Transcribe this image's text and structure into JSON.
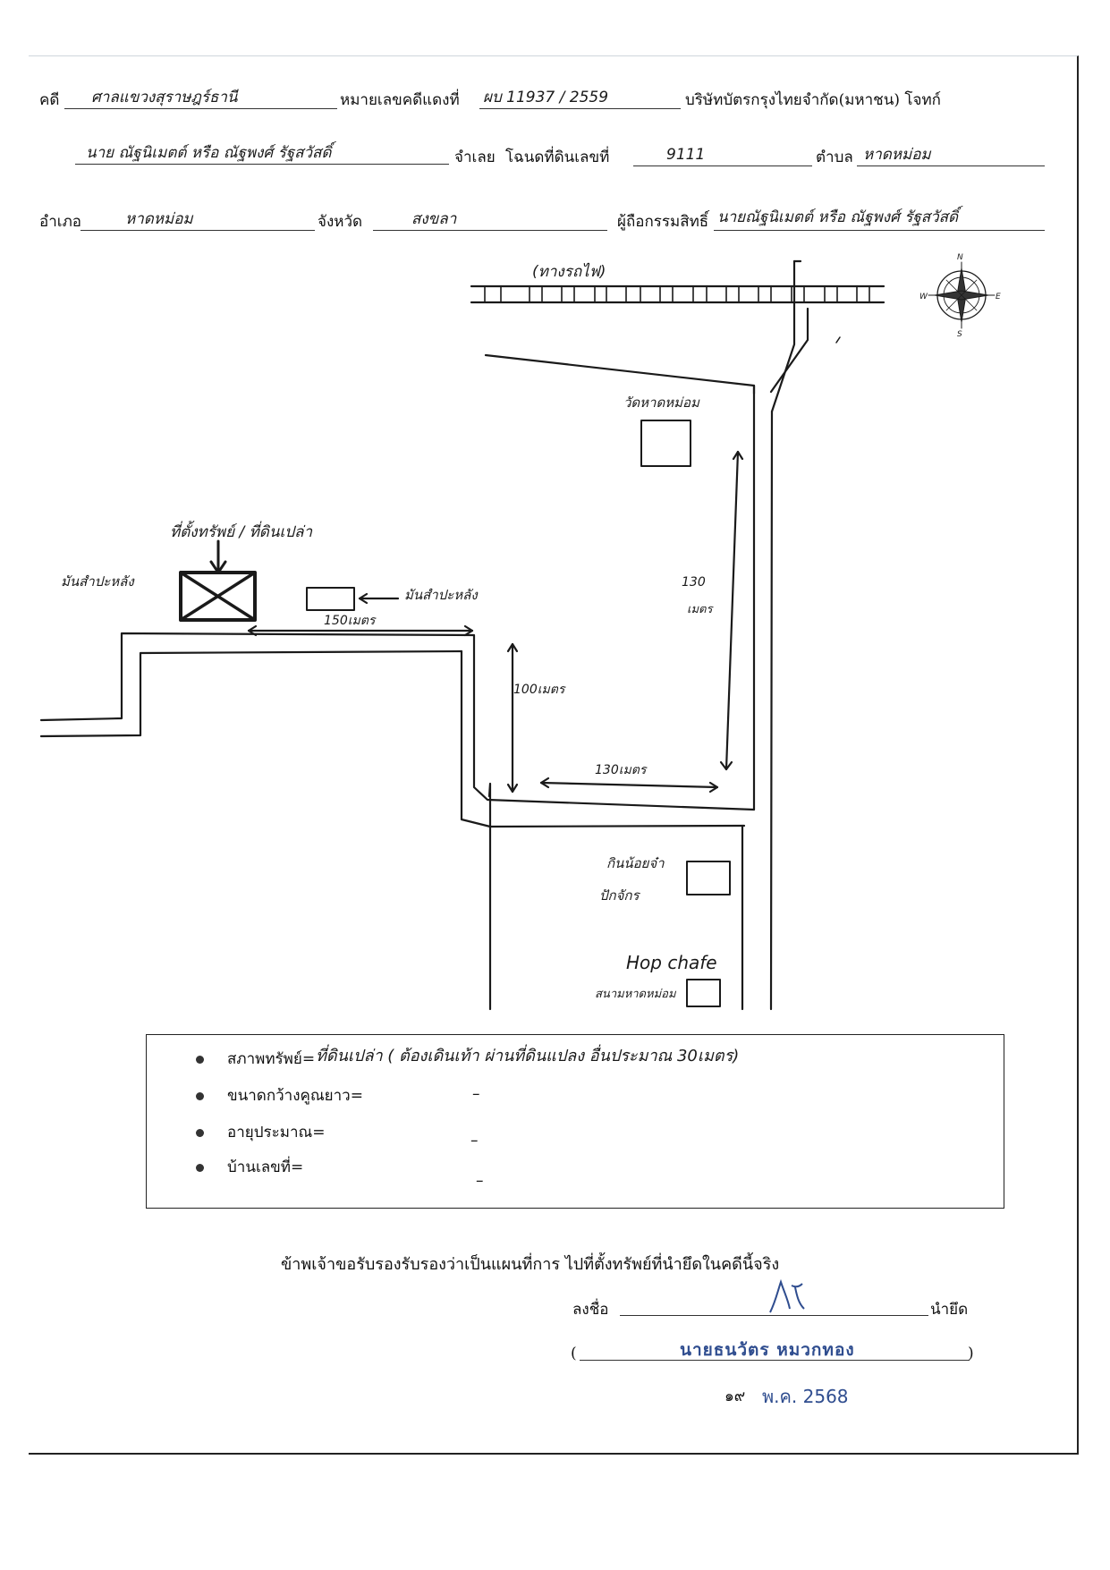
{
  "header": {
    "case_label": "คดี",
    "case_court": "ศาลแขวงสุราษฎร์ธานี",
    "case_no_label": "หมายเลขคดีแดงที่",
    "case_no": "ผบ 11937 / 2559",
    "plaintiff": "บริษัทบัตรกรุงไทยจำกัด(มหาชน) โจทก์",
    "defendant": "นาย ณัฐนิเมตต์ หรือ ณัฐพงศ์ รัฐสวัสดิ์",
    "defendant_suffix": "จำเลย",
    "deed_label": "โฉนดที่ดินเลขที่",
    "deed_no": "9111",
    "subdistrict_label": "ตำบล",
    "subdistrict": "หาดหม่อม",
    "district_label": "อำเภอ",
    "district": "หาดหม่อม",
    "province_label": "จังหวัด",
    "province": "สงขลา",
    "owner_label": "ผู้ถือกรรมสิทธิ์",
    "owner": "นายณัฐนิเมตต์ หรือ ณัฐพงศ์ รัฐสวัสดิ์"
  },
  "map": {
    "railway_label": "(ทางรถไฟ)",
    "temple_label": "วัดหาดหม่อม",
    "property_label": "ที่ตั้งทรัพย์ / ที่ดินเปล่า",
    "left_label": "มันสำปะหลัง",
    "right_label": "มันสำปะหลัง",
    "dist_150": "150เมตร",
    "dist_100": "100เมตร",
    "dist_130_bottom": "130เมตร",
    "dist_130_right_num": "130",
    "dist_130_right_unit": "เมตร",
    "shop1_label_1": "กินน้อยจ๋า",
    "shop1_label_2": "ปักจักร",
    "cafe_label": "Hop chafe",
    "stadium_label": "สนามหาดหม่อม",
    "compass": {
      "n": "N",
      "s": "S",
      "e": "E",
      "w": "W"
    }
  },
  "details": [
    {
      "label": "สภาพทรัพย์=",
      "value": "ที่ดินเปล่า ( ต้องเดินเท้า ผ่านที่ดินแปลง อื่นประมาณ 30เมตร)"
    },
    {
      "label": "ขนาดกว้างคูณยาว=",
      "value": "–"
    },
    {
      "label": "อายุประมาณ=",
      "value": "–"
    },
    {
      "label": "บ้านเลขที่=",
      "value": "–"
    }
  ],
  "certification": {
    "statement": "ข้าพเจ้าขอรับรองรับรองว่าเป็นแผนที่การ ไปที่ตั้งทรัพย์ที่นำยึดในคดีนี้จริง",
    "sign_label": "ลงชื่อ",
    "sign_suffix": "นำยึด",
    "open_paren": "(",
    "close_paren": ")",
    "signer_name": "นายธนวัตร หมวกทอง",
    "date_day": "๑๙",
    "date_rest": "พ.ค. 2568"
  }
}
